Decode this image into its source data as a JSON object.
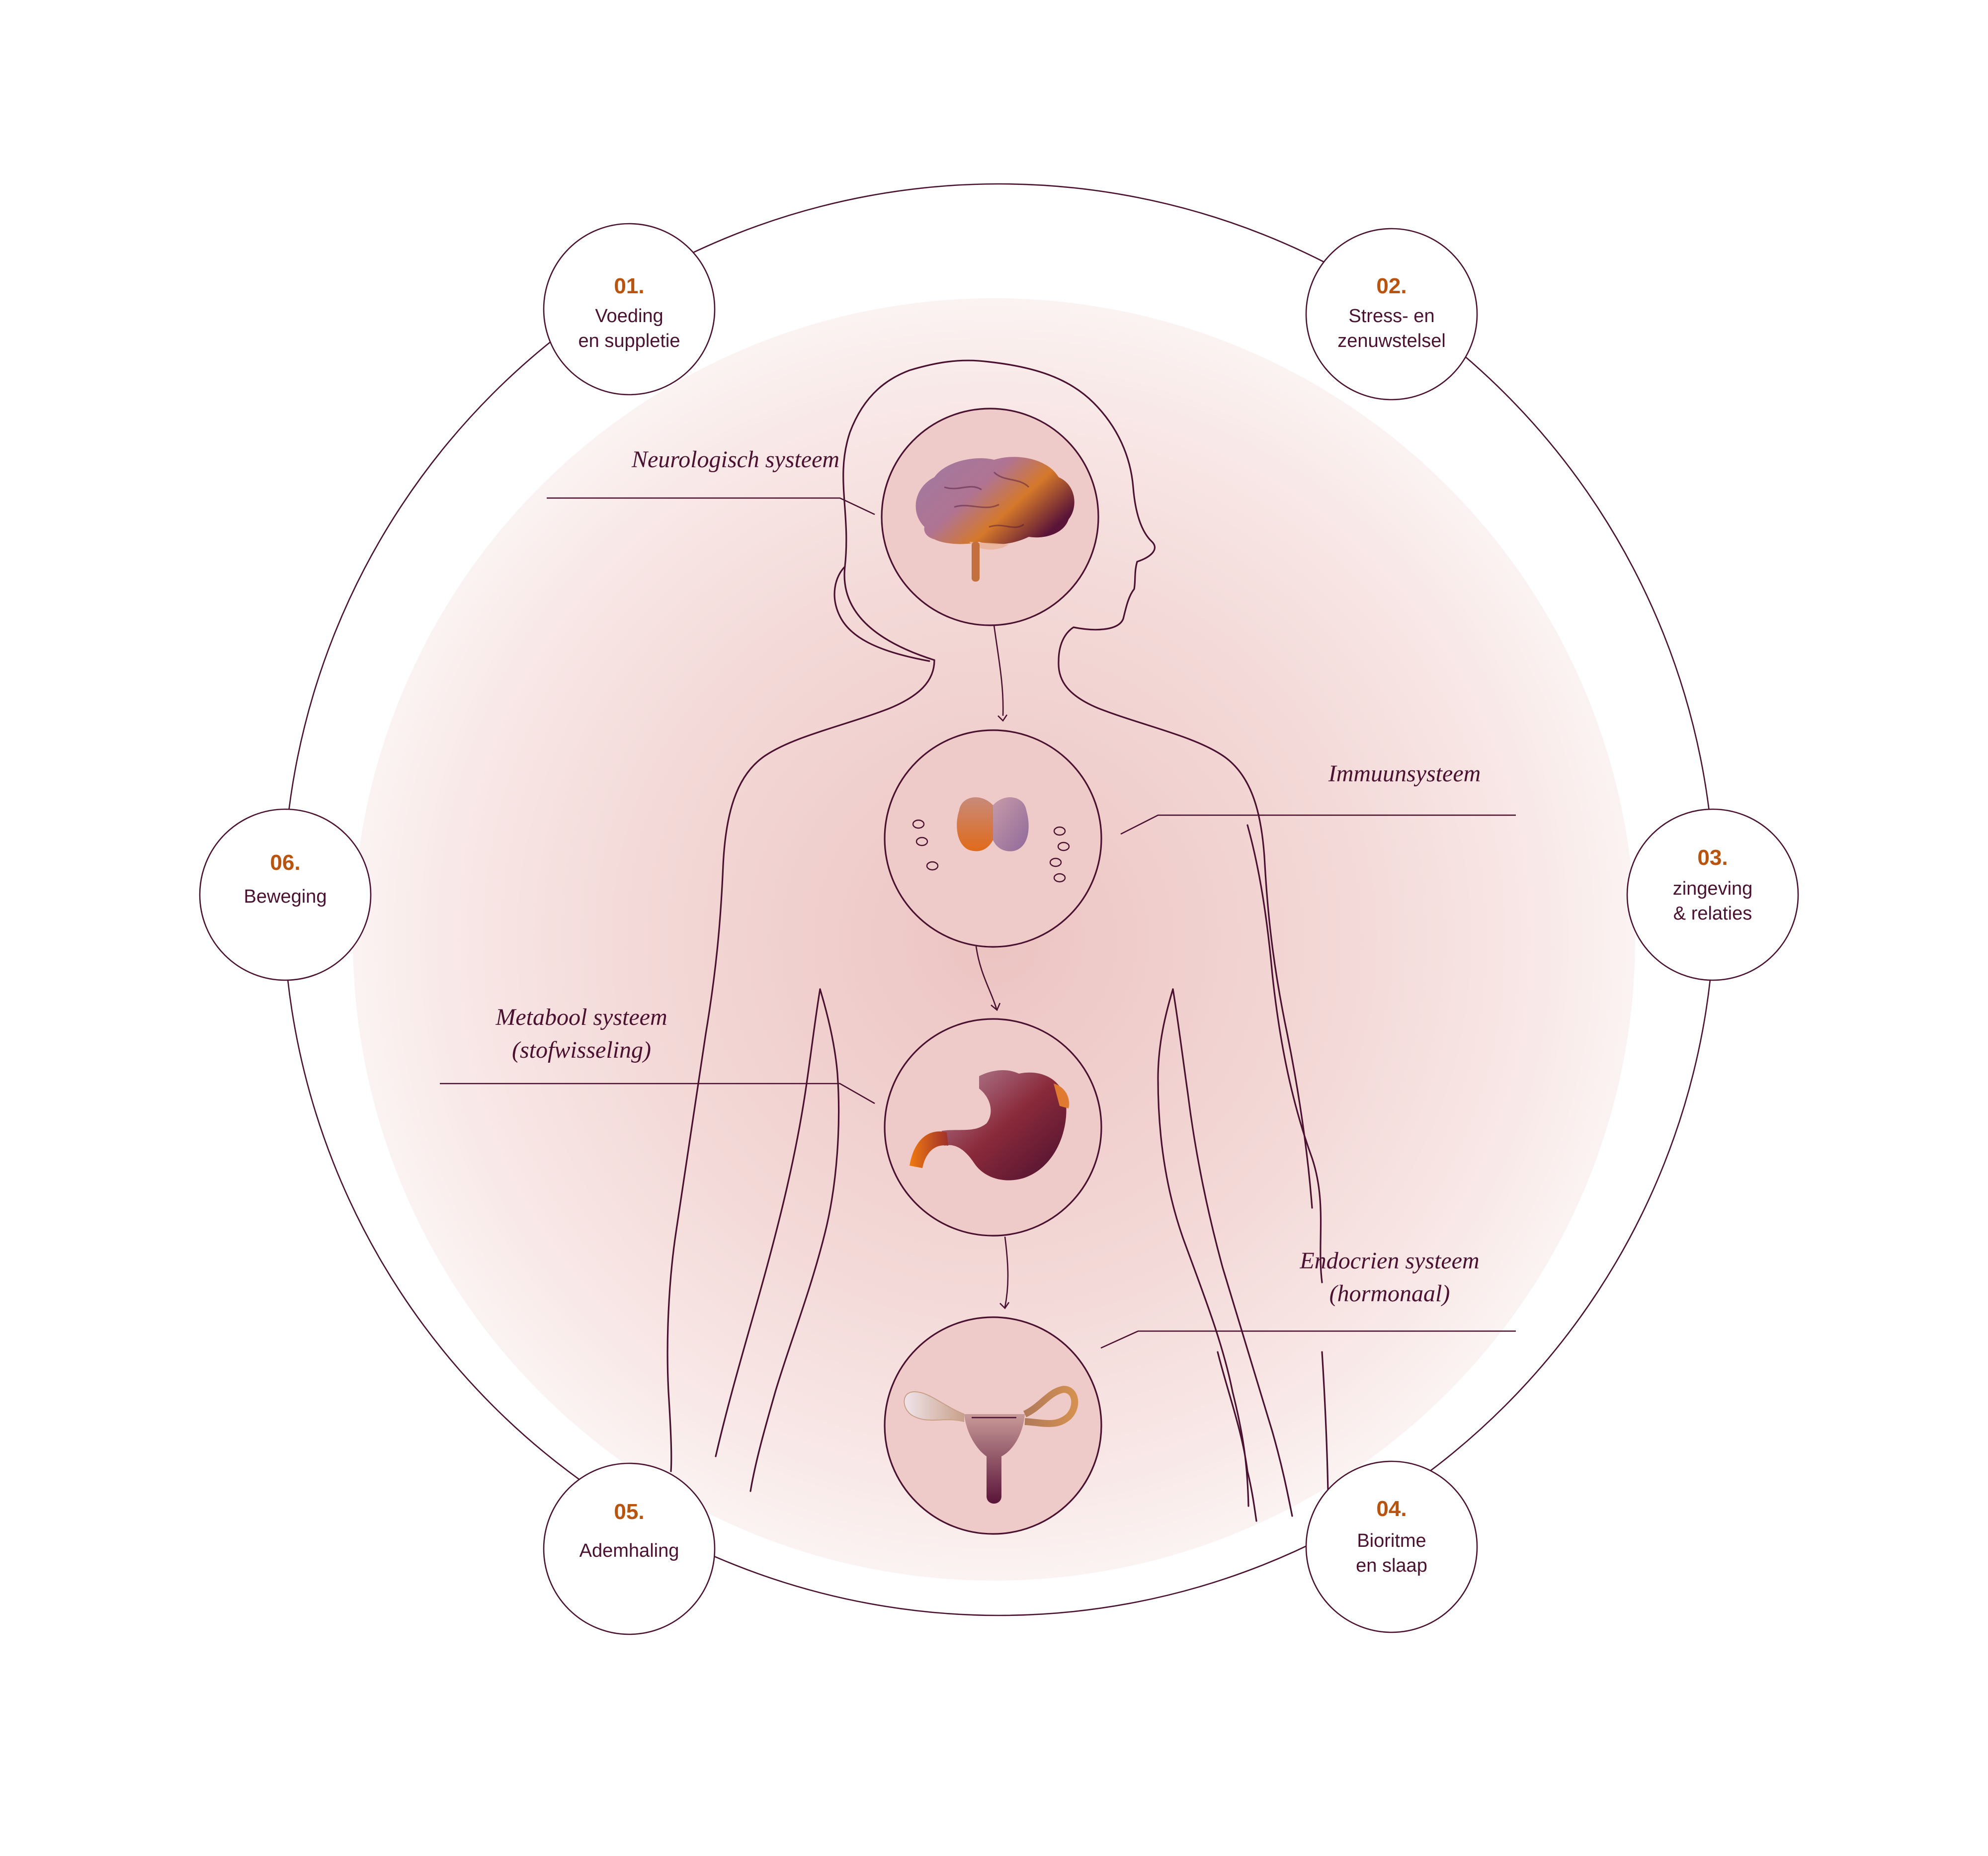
{
  "nodes": [
    {
      "number": "01.",
      "line1": "Voeding",
      "line2": "en suppletie"
    },
    {
      "number": "02.",
      "line1": "Stress- en",
      "line2": "zenuwstelsel"
    },
    {
      "number": "03.",
      "line1": "zingeving",
      "line2": "& relaties"
    },
    {
      "number": "04.",
      "line1": "Bioritme",
      "line2": "en slaap"
    },
    {
      "number": "05.",
      "line1": "Ademhaling",
      "line2": ""
    },
    {
      "number": "06.",
      "line1": "Beweging",
      "line2": ""
    }
  ],
  "systems": [
    {
      "line1": "Neurologisch systeem",
      "line2": ""
    },
    {
      "line1": "Immuunsysteem",
      "line2": ""
    },
    {
      "line1": "Metabool systeem",
      "line2": "(stofwisseling)"
    },
    {
      "line1": "Endocrien systeem",
      "line2": "(hormonaal)"
    }
  ],
  "organs": [
    {
      "icon": "brain-icon"
    },
    {
      "icon": "thymus-icon"
    },
    {
      "icon": "stomach-icon"
    },
    {
      "icon": "uterus-icon"
    }
  ],
  "colors": {
    "outline": "#4a1230",
    "number_accent": "#b8540f",
    "organ_fill": "#eecbc8",
    "glow_inner": "#ecc4c2",
    "glow_outer": "#fbf1f0"
  }
}
